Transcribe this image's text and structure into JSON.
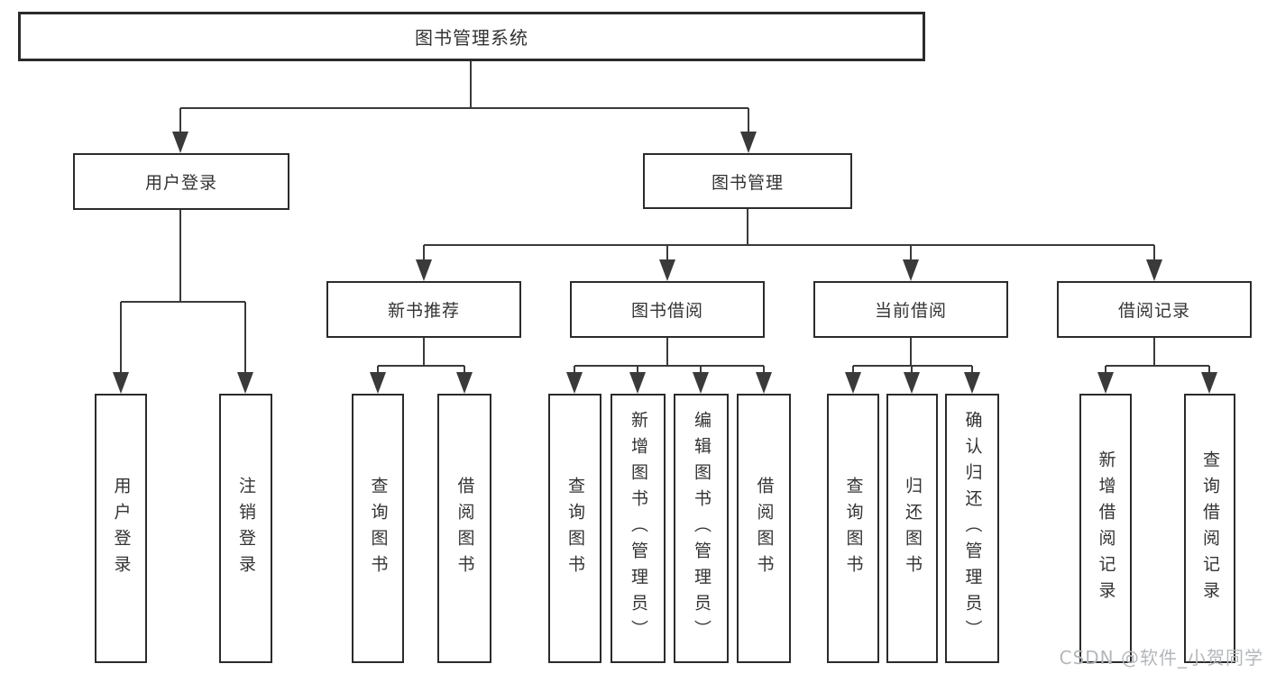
{
  "diagram": {
    "title": "图书管理系统",
    "root": {
      "label": "图书管理系统"
    },
    "level2": {
      "user_login": {
        "label": "用户登录",
        "children": [
          "用户登录",
          "注销登录"
        ]
      },
      "book_management": {
        "label": "图书管理"
      }
    },
    "level3": {
      "new_book_recommend": {
        "label": "新书推荐",
        "children": [
          "查询图书",
          "借阅图书"
        ]
      },
      "book_borrowing": {
        "label": "图书借阅",
        "children": [
          "查询图书",
          "新增图书（管理员）",
          "编辑图书（管理员）",
          "借阅图书"
        ]
      },
      "current_borrowing": {
        "label": "当前借阅",
        "children": [
          "查询图书",
          "归还图书",
          "确认归还（管理员）"
        ]
      },
      "borrowing_records": {
        "label": "借阅记录",
        "children": [
          "新增借阅记录",
          "查询借阅记录"
        ]
      }
    }
  },
  "watermark": {
    "text": "CSDN @软件_小贺同学"
  },
  "colors": {
    "line": "#3a3a3a",
    "box_border": "#2b2b2b",
    "text": "#333333",
    "watermark": "#b4b7ba",
    "background": "#ffffff"
  }
}
